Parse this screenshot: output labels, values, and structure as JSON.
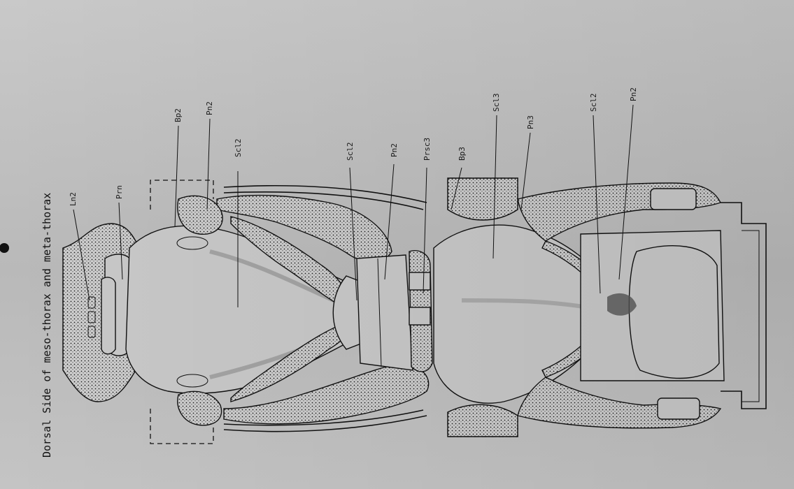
{
  "figure": {
    "title": "Dorsal Side of meso-thorax and meta-thorax",
    "labels": {
      "l1": "Ln2",
      "l2": "Prn",
      "l3": "Bp2",
      "l4": "Pn2",
      "l5": "Scl2",
      "l6": "Scl2",
      "l7": "Pn2",
      "l8": "Prsc3",
      "l9": "Bp3",
      "l10": "Scl3",
      "l11": "Pn3",
      "l12": "Scl2",
      "l13": "Pn2"
    }
  }
}
